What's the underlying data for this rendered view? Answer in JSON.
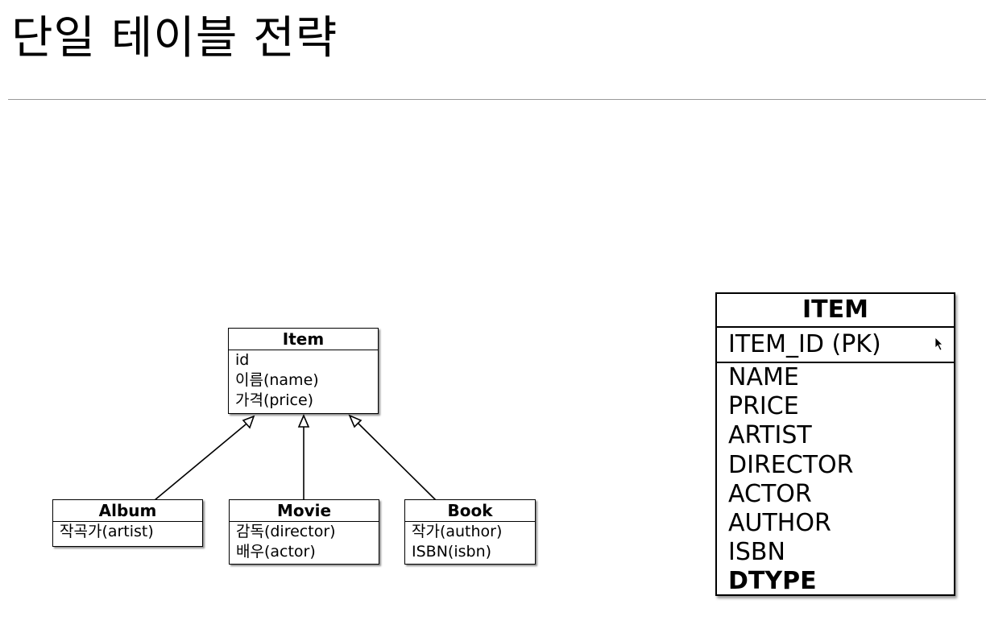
{
  "page": {
    "title": "단일 테이블 전략"
  },
  "uml": {
    "parent": {
      "name": "Item",
      "attributes": [
        "id",
        "이름(name)",
        "가격(price)"
      ]
    },
    "children": [
      {
        "name": "Album",
        "attributes": [
          "작곡가(artist)"
        ]
      },
      {
        "name": "Movie",
        "attributes": [
          "감독(director)",
          "배우(actor)"
        ]
      },
      {
        "name": "Book",
        "attributes": [
          "작가(author)",
          "ISBN(isbn)"
        ]
      }
    ]
  },
  "table": {
    "name": "ITEM",
    "primary_key": "ITEM_ID (PK)",
    "columns": [
      "NAME",
      "PRICE",
      "ARTIST",
      "DIRECTOR",
      "ACTOR",
      "AUTHOR",
      "ISBN"
    ],
    "discriminator": "DTYPE"
  },
  "colors": {
    "line": "#000000",
    "rule": "#9a9a9a",
    "background": "#ffffff"
  }
}
